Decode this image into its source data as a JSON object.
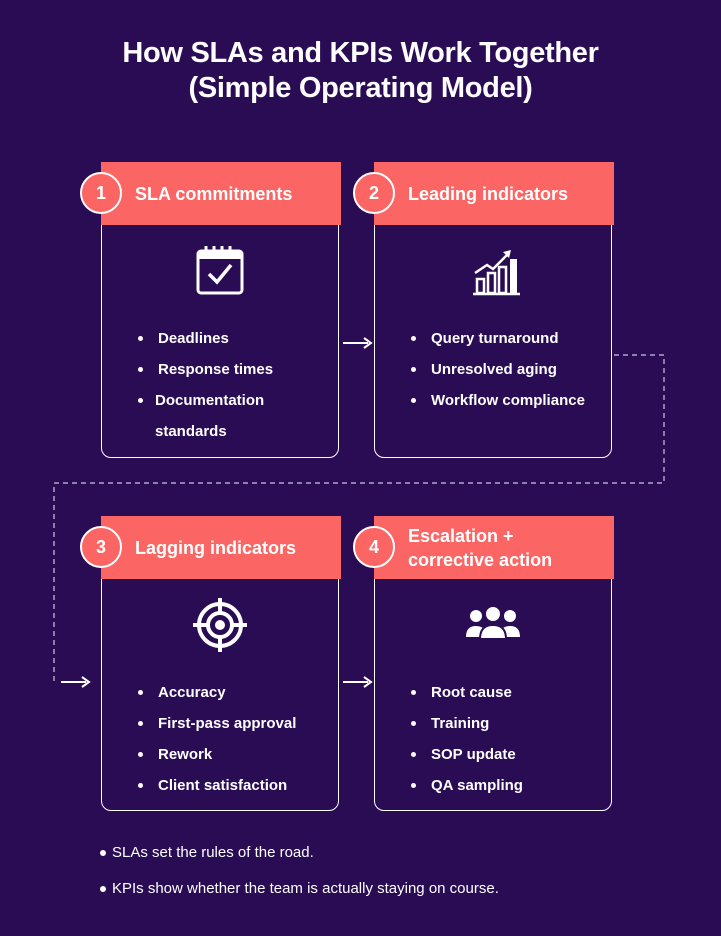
{
  "title": {
    "line1": "How SLAs and KPIs Work Together",
    "line2": "(Simple Operating Model)"
  },
  "cards": [
    {
      "number": "1",
      "heading": "SLA commitments",
      "icon": "calendar-check-icon",
      "items": [
        "Deadlines",
        "Response times",
        "Documentation",
        "standards"
      ]
    },
    {
      "number": "2",
      "heading": "Leading indicators",
      "icon": "growth-chart-icon",
      "items": [
        "Query turnaround",
        "Unresolved aging",
        "Workflow compliance"
      ]
    },
    {
      "number": "3",
      "heading": "Lagging indicators",
      "icon": "target-icon",
      "items": [
        "Accuracy",
        "First-pass approval",
        "Rework",
        "Client satisfaction"
      ]
    },
    {
      "number": "4",
      "heading_line1": "Escalation +",
      "heading_line2": "corrective action",
      "icon": "team-icon",
      "items": [
        "Root cause",
        "Training",
        "SOP update",
        "QA sampling"
      ]
    }
  ],
  "notes": [
    "SLAs set the rules of the road.",
    "KPIs show whether the team is actually staying on course."
  ],
  "colors": {
    "background": "#2a0c55",
    "accent": "#fb6563",
    "line": "#ffffff"
  }
}
